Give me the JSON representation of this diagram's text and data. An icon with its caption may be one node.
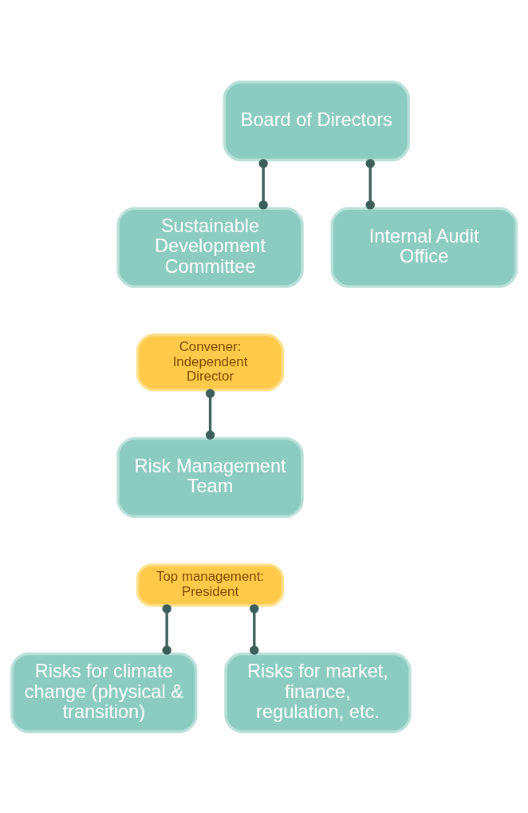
{
  "diagram": {
    "nodes": [
      {
        "text": [
          "Board of Directors"
        ]
      },
      {
        "text": [
          "Sustainable Development Committee"
        ]
      },
      {
        "text": [
          "Convener: Independent Director"
        ]
      },
      {
        "text": [
          "Internal Audit Office"
        ]
      },
      {
        "text": [
          "Risk Management Team"
        ]
      },
      {
        "text": [
          "Top management: President"
        ]
      },
      {
        "text": [
          "Risks for climate change (physical & transition)"
        ]
      },
      {
        "text": [
          "Risks for market, finance, regulation, etc."
        ]
      }
    ],
    "edges": [
      {
        "from": 0,
        "to": 1,
        "arrow": "other"
      },
      {
        "from": 0,
        "to": 3,
        "arrow": "other"
      },
      {
        "from": 2,
        "to": 4,
        "arrow": "other"
      },
      {
        "from": 5,
        "to": 6,
        "arrow": "other"
      },
      {
        "from": 5,
        "to": 7,
        "arrow": "other"
      }
    ]
  }
}
